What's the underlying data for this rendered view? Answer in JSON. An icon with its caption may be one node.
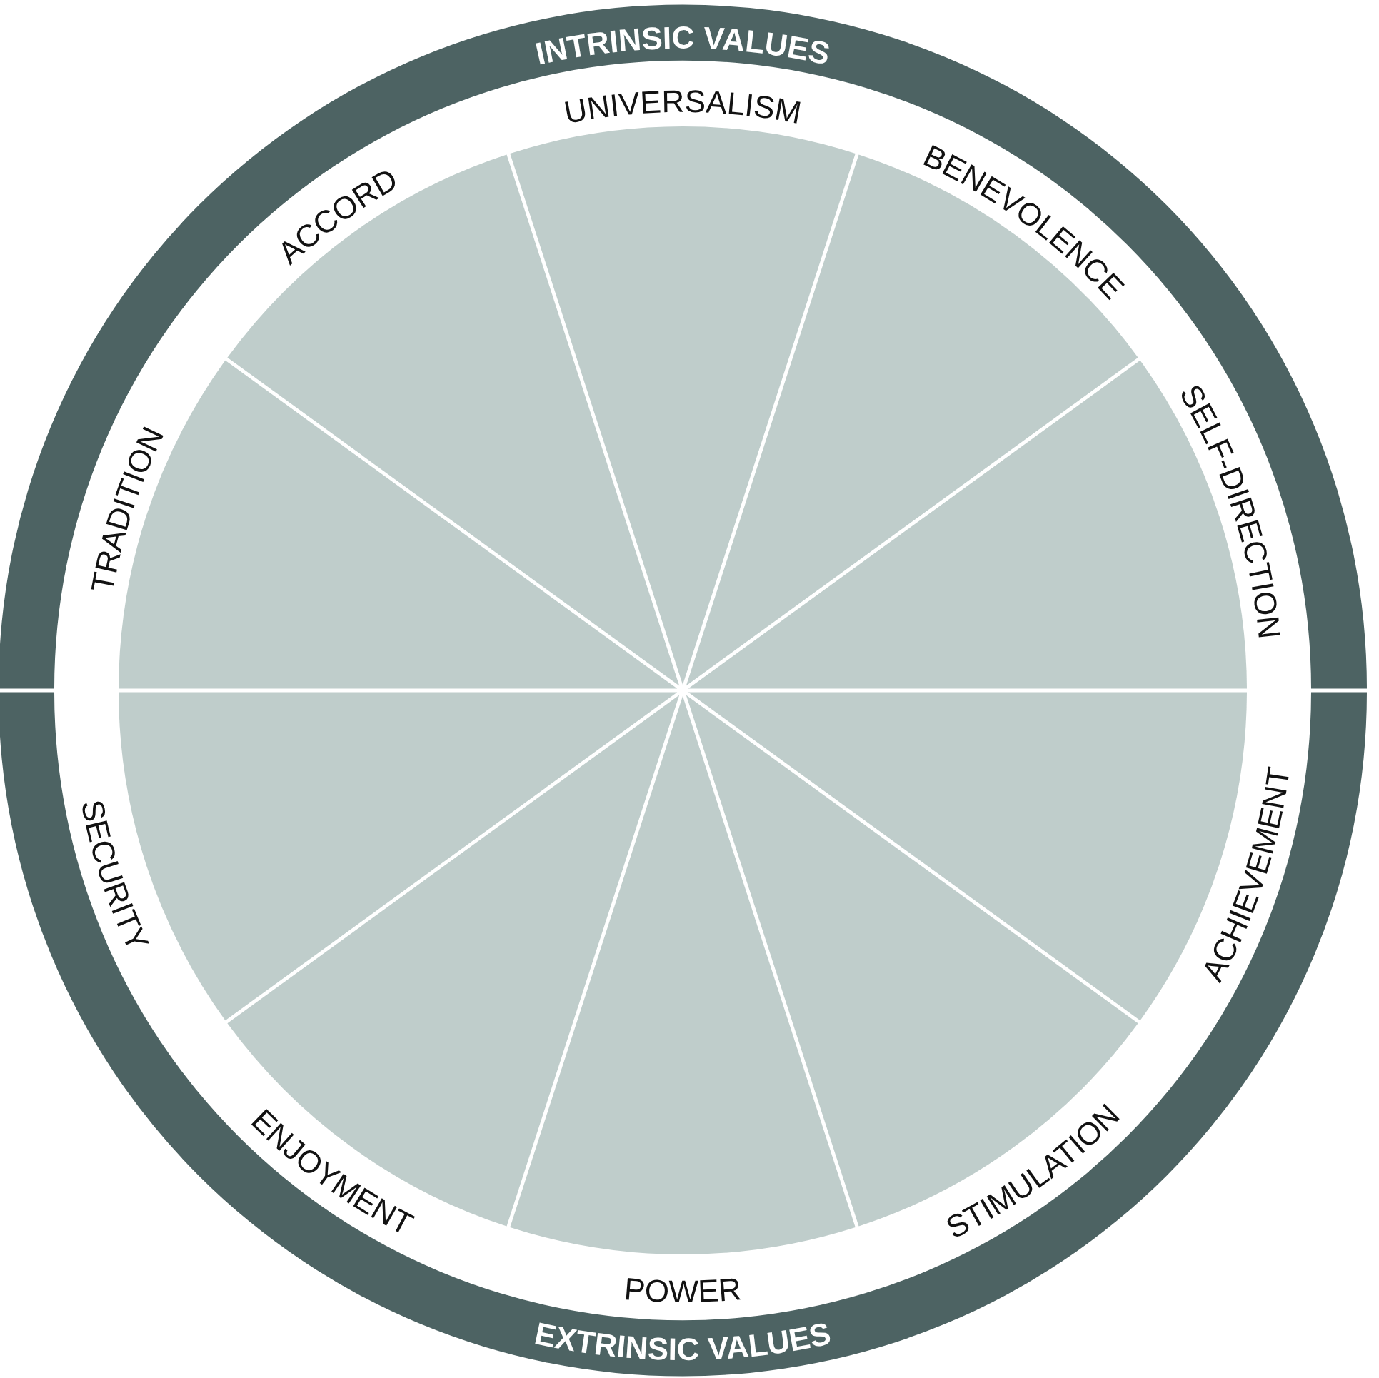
{
  "diagram": {
    "nodes": [
      {
        "text": [
          "INTRINSIC VALUES"
        ]
      },
      {
        "text": [
          "UNIVERSALISM"
        ]
      },
      {
        "text": [
          "BENEVOLENCE"
        ]
      },
      {
        "text": [
          "SELF-DIRECTION"
        ]
      },
      {
        "text": [
          "ACHIEVEMENT"
        ]
      },
      {
        "text": [
          "STIMULATION"
        ]
      },
      {
        "text": [
          "POWER"
        ]
      },
      {
        "text": [
          "ENJOYMENT"
        ]
      },
      {
        "text": [
          "SECURITY"
        ]
      },
      {
        "text": [
          "TRADITION"
        ]
      },
      {
        "text": [
          "ACCORD"
        ]
      },
      {
        "text": [
          "EXTRINSIC VALUES"
        ]
      }
    ]
  }
}
